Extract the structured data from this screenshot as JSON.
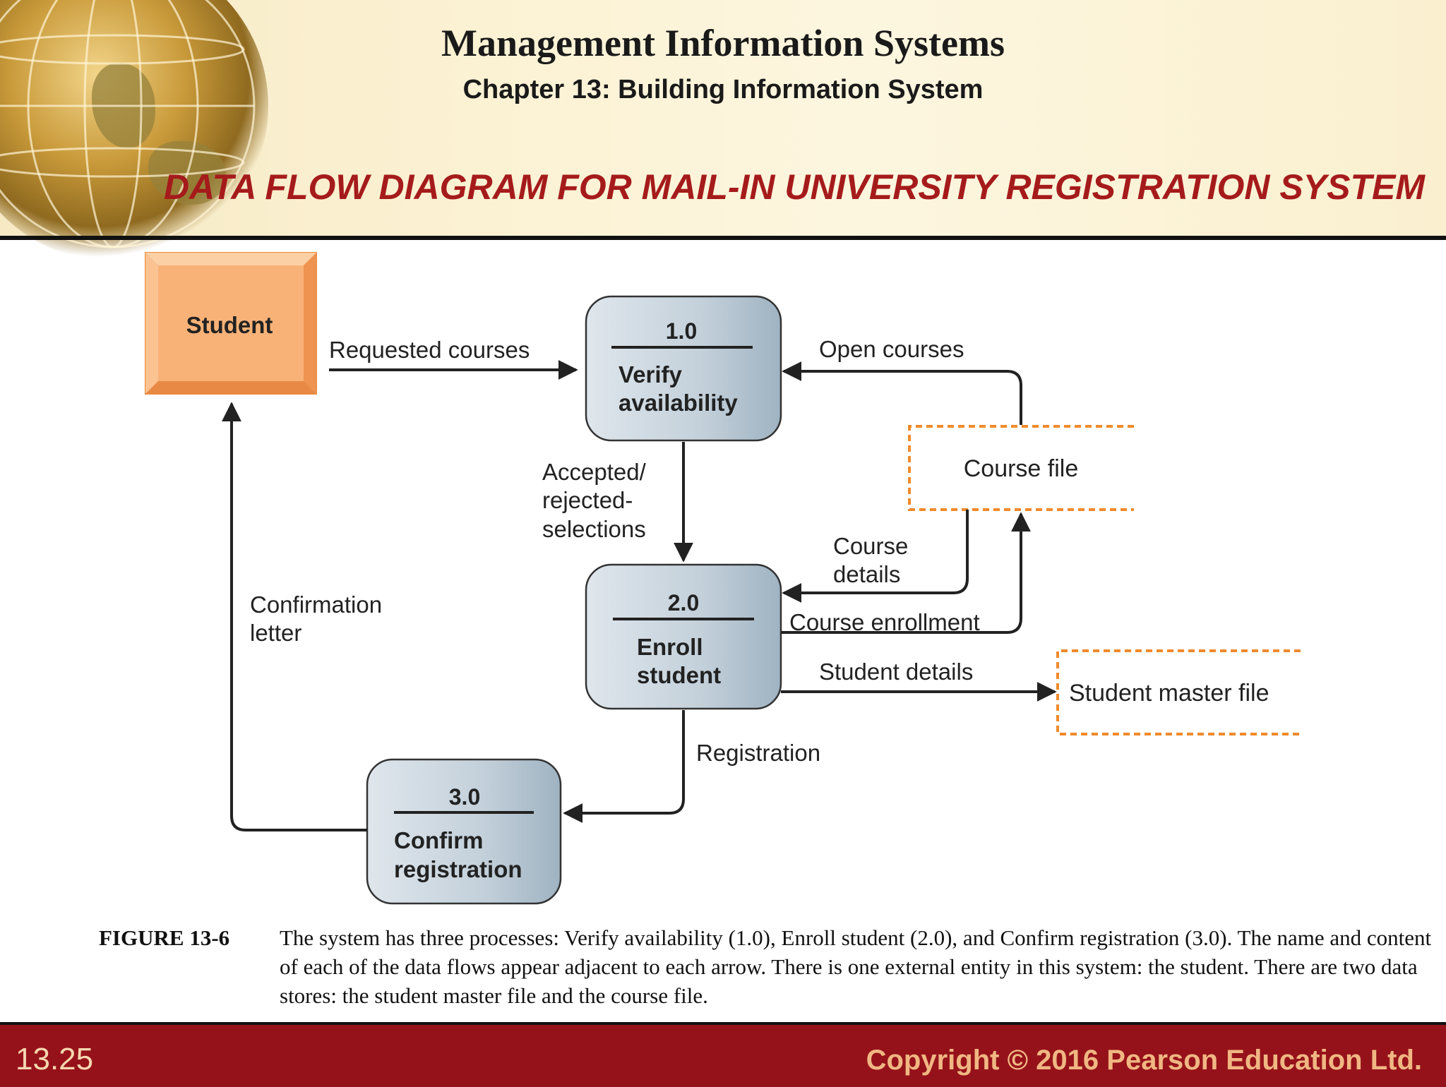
{
  "header": {
    "title": "Management Information Systems",
    "subtitle": "Chapter 13: Building Information System",
    "slide_title": "DATA FLOW DIAGRAM FOR MAIL-IN UNIVERSITY REGISTRATION SYSTEM"
  },
  "diagram": {
    "entity": "Student",
    "processes": [
      {
        "number": "1.0",
        "line1": "Verify",
        "line2": "availability"
      },
      {
        "number": "2.0",
        "line1": "Enroll",
        "line2": "student"
      },
      {
        "number": "3.0",
        "line1": "Confirm",
        "line2": "registration"
      }
    ],
    "stores": {
      "course_file": "Course file",
      "student_master": "Student master file"
    },
    "flows": {
      "requested_courses": "Requested courses",
      "open_courses": "Open courses",
      "accepted_1": "Accepted/",
      "accepted_2": "rejected-",
      "accepted_3": "selections",
      "course_details_1": "Course",
      "course_details_2": "details",
      "course_enrollment": "Course enrollment",
      "student_details": "Student details",
      "registration": "Registration",
      "confirmation_1": "Confirmation",
      "confirmation_2": "letter"
    },
    "colors": {
      "entity_fill": "#f8b277",
      "process_fill": "#b6c6d2",
      "store_border": "#f08a2c",
      "title_red": "#a51b1b",
      "footer": "#96121a"
    }
  },
  "caption": {
    "label": "FIGURE 13-6",
    "text": "The system has three processes: Verify availability (1.0), Enroll student (2.0), and Confirm registration (3.0). The name and content of each of the data flows appear adjacent to each arrow. There is one external entity in this system: the student. There are two data stores: the student master file and the course file."
  },
  "footer": {
    "page": "13.25",
    "copyright": "Copyright © 2016 Pearson Education Ltd."
  }
}
